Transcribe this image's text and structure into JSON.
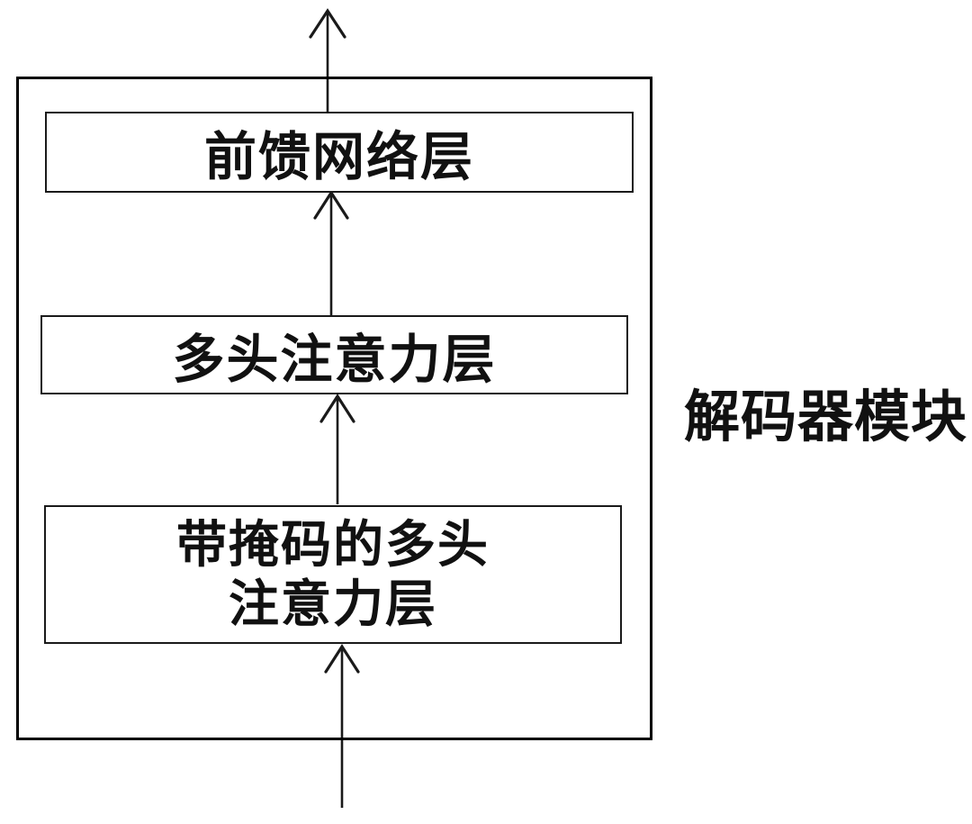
{
  "diagram": {
    "module_label": "解码器模块",
    "boxes": {
      "ffn": {
        "label": "前馈网络层"
      },
      "mha": {
        "label": "多头注意力层"
      },
      "masked": {
        "label_line1": "带掩码的多头",
        "label_line2": "注意力层"
      }
    },
    "colors": {
      "line": "#000000",
      "background": "#ffffff",
      "text": "#111111"
    }
  }
}
